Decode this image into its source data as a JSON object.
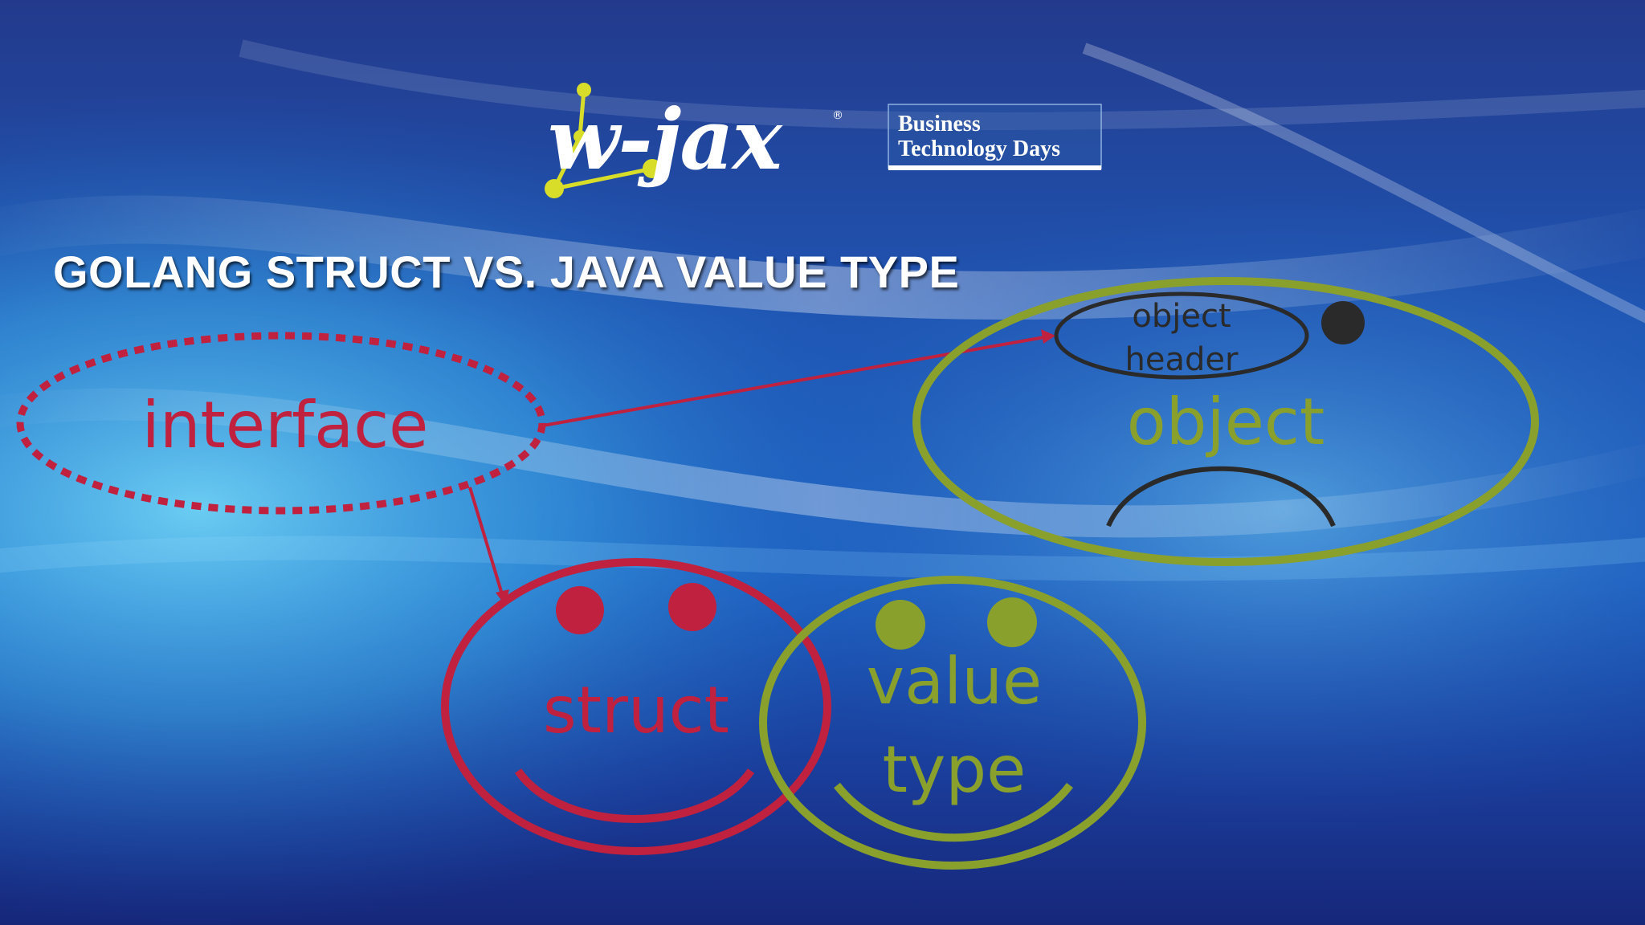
{
  "slide": {
    "title": "GOLANG STRUCT VS. JAVA VALUE TYPE"
  },
  "logo": {
    "brand": "w-jax",
    "registered": "®",
    "tagline_line1": "Business",
    "tagline_line2": "Technology Days"
  },
  "diagram": {
    "interface_label": "interface",
    "object_label": "object",
    "object_header_line1": "object",
    "object_header_line2": "header",
    "struct_label": "struct",
    "value_type_line1": "value",
    "value_type_line2": "type"
  },
  "colors": {
    "crimson": "#c0213f",
    "olive": "#8aa02c",
    "dark": "#2a2a2a",
    "logo_yellow": "#d8dd2a",
    "white": "#ffffff"
  }
}
